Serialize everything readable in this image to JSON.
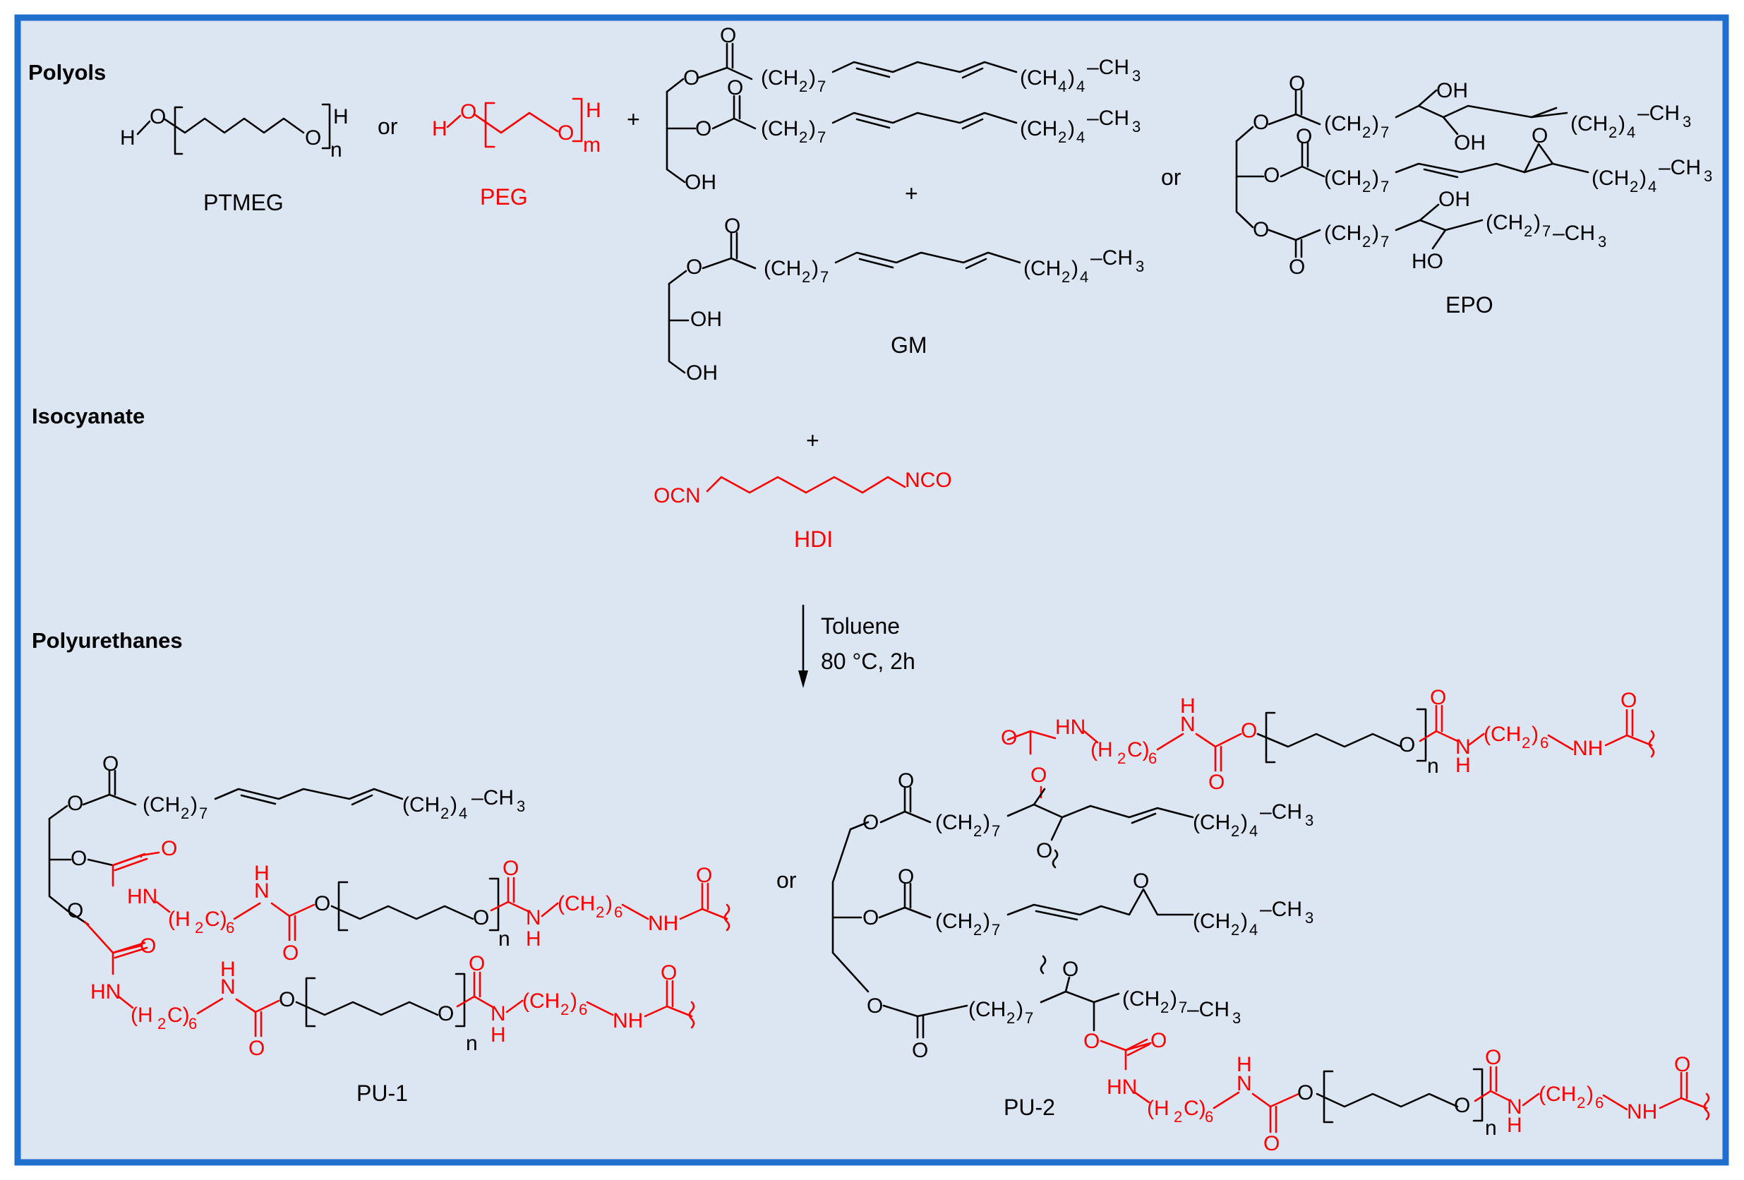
{
  "sections": {
    "polyols": "Polyols",
    "isocyanate": "Isocyanate",
    "polyurethanes": "Polyurethanes"
  },
  "words": {
    "or": "or",
    "plus": "+"
  },
  "compounds": {
    "ptmeg": "PTMEG",
    "peg": "PEG",
    "gm": "GM",
    "epo": "EPO",
    "hdi": "HDI",
    "pu1": "PU-1",
    "pu2": "PU-2"
  },
  "reaction": {
    "solvent": "Toluene",
    "temperature": "80 °C, 2h"
  },
  "atoms": {
    "H": "H",
    "O": "O",
    "OH": "OH",
    "HO": "HO",
    "N": "N",
    "HN": "HN",
    "NH": "NH",
    "OCN": "OCN",
    "NCO": "NCO",
    "CH2": "(CH",
    "CH3": "–CH",
    "H2C": "(H",
    "C": "C)",
    "close": ")",
    "n": "n",
    "m": "m",
    "s2": "2",
    "s3": "3",
    "s4": "4",
    "s6": "6",
    "s7": "7"
  },
  "colors": {
    "frame": "#1f6fcf",
    "background": "#dce6f2",
    "highlight": "#ff0000"
  }
}
